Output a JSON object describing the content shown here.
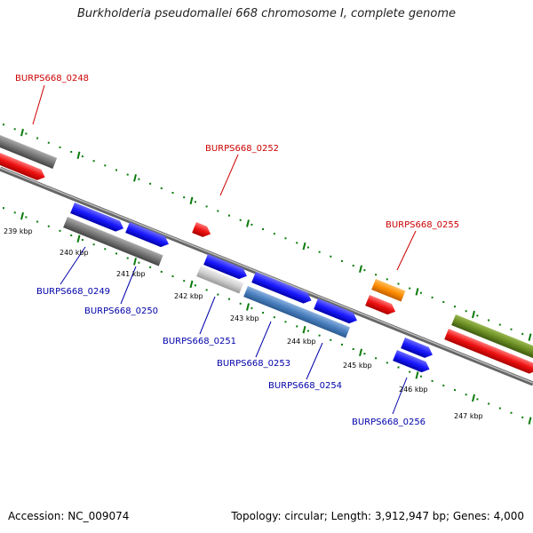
{
  "title": "Burkholderia pseudomallei 668 chromosome I, complete genome",
  "footer": {
    "accession": "Accession: NC_009074",
    "topology": "Topology: circular; Length: 3,912,947 bp; Genes: 4,000"
  },
  "colors": {
    "forward_gene": "#1a1aff",
    "reverse_gene": "#ee1111",
    "gray_gene": "#777777",
    "light_gray_gene": "#cccccc",
    "steel_blue_gene": "#4a7fbf",
    "orange_gene": "#ff8c00",
    "olive_gene": "#6b8e23",
    "tick": "#0a7a0a",
    "backbone": "#808080"
  },
  "scale_labels": [
    "239 kbp",
    "240 kbp",
    "241 kbp",
    "242 kbp",
    "243 kbp",
    "244 kbp",
    "245 kbp",
    "246 kbp",
    "247 kbp"
  ],
  "gene_labels_top": [
    "BURPS668_0248",
    "BURPS668_0252",
    "BURPS668_0255"
  ],
  "gene_labels_bottom": [
    "BURPS668_0249",
    "BURPS668_0250",
    "BURPS668_0251",
    "BURPS668_0253",
    "BURPS668_0254",
    "BURPS668_0256"
  ]
}
